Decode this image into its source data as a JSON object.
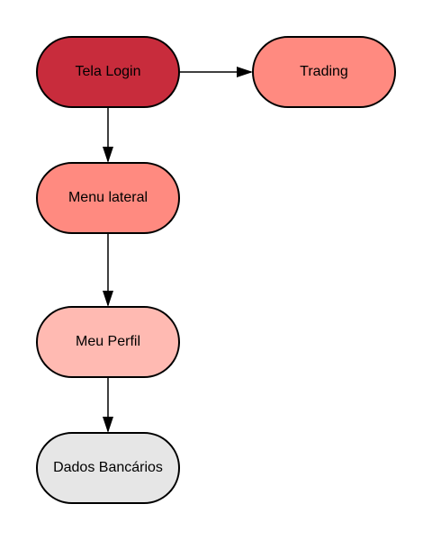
{
  "colors": {
    "node_stroke": "#000000",
    "edge_stroke": "#000000",
    "background": "#ffffff"
  },
  "nodes": [
    {
      "id": "tela-login",
      "label": "Tela Login",
      "fill": "#c82c3c"
    },
    {
      "id": "trading",
      "label": "Trading",
      "fill": "#ff8a80"
    },
    {
      "id": "menu",
      "label": "Menu lateral",
      "fill": "#ff8a80"
    },
    {
      "id": "perfil",
      "label": "Meu Perfil",
      "fill": "#ffbab2"
    },
    {
      "id": "dados",
      "label": "Dados Bancários",
      "fill": "#e6e6e6"
    }
  ],
  "edges": [
    {
      "from": "tela-login",
      "to": "trading"
    },
    {
      "from": "tela-login",
      "to": "menu"
    },
    {
      "from": "menu",
      "to": "perfil"
    },
    {
      "from": "perfil",
      "to": "dados"
    }
  ]
}
